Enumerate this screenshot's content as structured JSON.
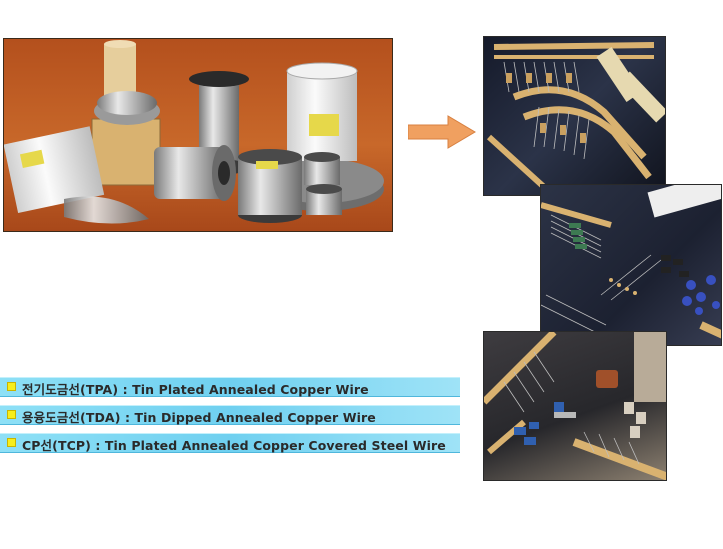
{
  "wire_types": [
    {
      "label": "전기도금선(TPA) : Tin Plated Annealed Copper Wire"
    },
    {
      "label": "용융도금선(TDA) : Tin Dipped Annealed Copper Wire"
    },
    {
      "label": "CP선(TCP) : Tin Plated Annealed Copper Covered Steel Wire"
    }
  ],
  "colors": {
    "bar": "#6fd0f0",
    "bullet": "#f7ee1b",
    "arrow": "#f0a060",
    "photo_background": "#c8682a"
  },
  "icons": {
    "arrow": "right-arrow-icon",
    "bullet": "square-bullet-icon"
  }
}
